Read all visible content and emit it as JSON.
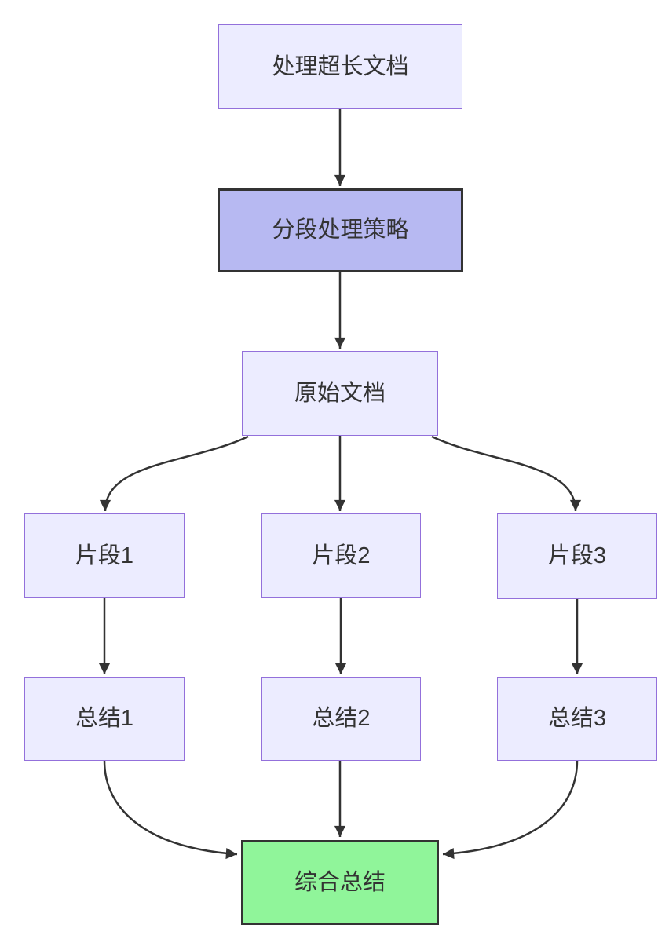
{
  "diagram": {
    "type": "flowchart",
    "direction": "top-down",
    "nodes": [
      {
        "id": "A",
        "label": "处理超长文档",
        "style": "default"
      },
      {
        "id": "B",
        "label": "分段处理策略",
        "style": "emphasis"
      },
      {
        "id": "C",
        "label": "原始文档",
        "style": "default"
      },
      {
        "id": "D1",
        "label": "片段1",
        "style": "default"
      },
      {
        "id": "D2",
        "label": "片段2",
        "style": "default"
      },
      {
        "id": "D3",
        "label": "片段3",
        "style": "default"
      },
      {
        "id": "E1",
        "label": "总结1",
        "style": "default"
      },
      {
        "id": "E2",
        "label": "总结2",
        "style": "default"
      },
      {
        "id": "E3",
        "label": "总结3",
        "style": "default"
      },
      {
        "id": "F",
        "label": "综合总结",
        "style": "success"
      }
    ],
    "edges": [
      {
        "from": "A",
        "to": "B"
      },
      {
        "from": "B",
        "to": "C"
      },
      {
        "from": "C",
        "to": "D1"
      },
      {
        "from": "C",
        "to": "D2"
      },
      {
        "from": "C",
        "to": "D3"
      },
      {
        "from": "D1",
        "to": "E1"
      },
      {
        "from": "D2",
        "to": "E2"
      },
      {
        "from": "D3",
        "to": "E3"
      },
      {
        "from": "E1",
        "to": "F"
      },
      {
        "from": "E2",
        "to": "F"
      },
      {
        "from": "E3",
        "to": "F"
      }
    ],
    "colors": {
      "node_fill": "#ececff",
      "node_border": "#9370db",
      "emphasis_fill": "#b7b9f2",
      "emphasis_border": "#333333",
      "success_fill": "#90f59a",
      "success_border": "#333333",
      "edge": "#333333",
      "text": "#333333",
      "background": "#ffffff"
    }
  }
}
